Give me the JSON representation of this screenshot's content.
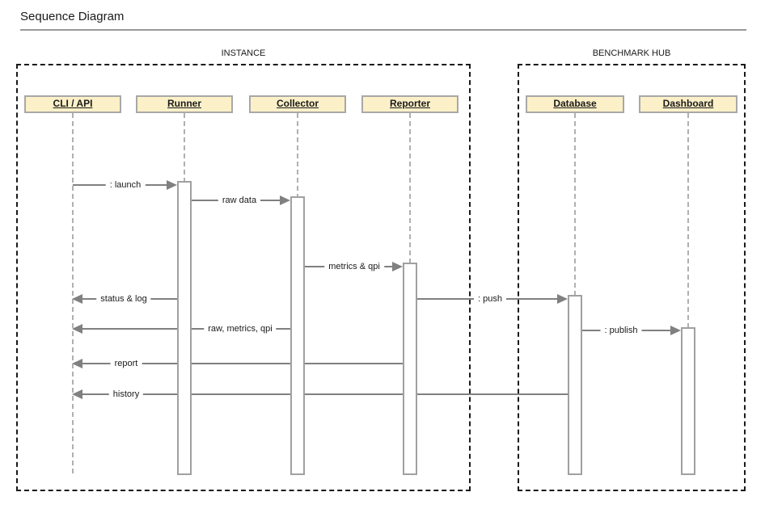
{
  "title": "Sequence Diagram",
  "frames": [
    {
      "label": "INSTANCE",
      "actors": [
        "CLI / API",
        "Runner",
        "Collector",
        "Reporter"
      ]
    },
    {
      "label": "BENCHMARK HUB",
      "actors": [
        "Database",
        "Dashboard"
      ]
    }
  ],
  "actors": [
    {
      "label": "CLI / API"
    },
    {
      "label": "Runner"
    },
    {
      "label": "Collector"
    },
    {
      "label": "Reporter"
    },
    {
      "label": "Database"
    },
    {
      "label": "Dashboard"
    }
  ],
  "messages": [
    {
      "label": ": launch",
      "from": "CLI / API",
      "to": "Runner"
    },
    {
      "label": "raw data",
      "from": "Runner",
      "to": "Collector"
    },
    {
      "label": "metrics & qpi",
      "from": "Collector",
      "to": "Reporter"
    },
    {
      "label": "status & log",
      "from": "Runner",
      "to": "CLI / API"
    },
    {
      "label": ": push",
      "from": "Reporter",
      "to": "Database"
    },
    {
      "label": "raw, metrics, qpi",
      "from": "Collector",
      "to": "CLI / API"
    },
    {
      "label": ": publish",
      "from": "Database",
      "to": "Dashboard"
    },
    {
      "label": "report",
      "from": "Reporter",
      "to": "CLI / API"
    },
    {
      "label": "history",
      "from": "Database",
      "to": "CLI / API"
    }
  ],
  "colors": {
    "actor_fill": "#fcf0c8",
    "actor_border": "#a8a8a8",
    "arrow": "#808080",
    "lifeline": "#b0b0b0",
    "frame_border": "#1a1a1a",
    "title_rule": "#999999"
  }
}
